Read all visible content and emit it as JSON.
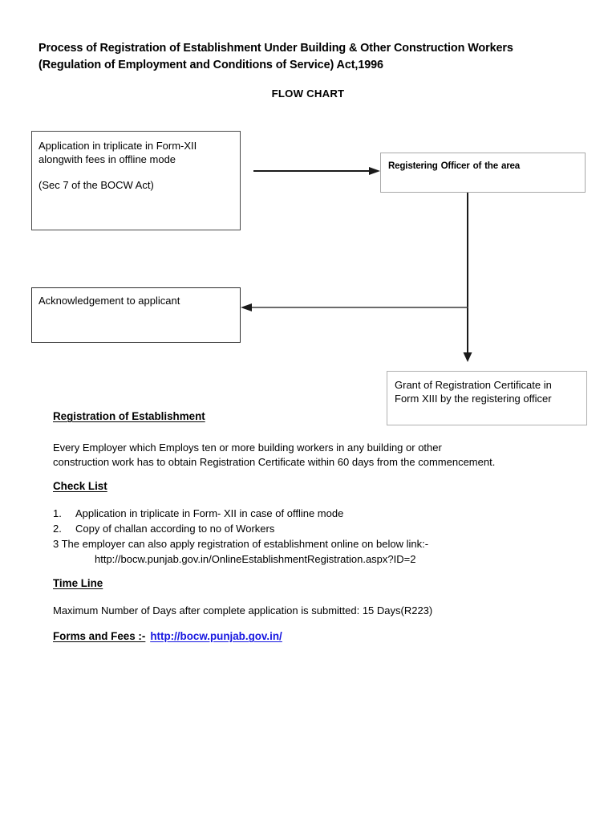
{
  "document": {
    "title": "Process of Registration of Establishment Under Building & Other Construction Workers (Regulation of Employment and Conditions of Service) Act,1996",
    "subtitle": "FLOW CHART"
  },
  "flowchart": {
    "boxes": {
      "application": {
        "line1": "Application in triplicate in Form-XII",
        "line2": "alongwith fees in offline mode",
        "line3": "(Sec 7 of the BOCW Act)"
      },
      "registering_officer": {
        "line1": "Registering Officer of the area"
      },
      "acknowledgement": {
        "line1": "Acknowledgement to applicant"
      },
      "grant": {
        "line1": "Grant of Registration Certificate in",
        "line2": "Form XIII by the registering officer"
      }
    },
    "connectors": {
      "app_to_officer": "arrow-right",
      "officer_trunk": "line-vertical",
      "trunk_to_grant": "arrow-down",
      "officer_to_ack": "arrow-left"
    },
    "colors": {
      "line": "#1a1a1a",
      "box_border_dark": "#4a4a4a",
      "box_border_light": "#a8a8a8"
    }
  },
  "sections": {
    "registration": {
      "heading": "Registration of Establishment",
      "paragraph_line1": "Every Employer which Employs ten or more building workers in any building or other",
      "paragraph_line2": "construction work has to obtain Registration Certificate within 60 days from the commencement."
    },
    "checklist": {
      "heading": "Check List",
      "items": [
        {
          "number": "1.",
          "text": "Application in triplicate in Form- XII in case of offline mode"
        },
        {
          "number": "2.",
          "text": "Copy of challan according to no of Workers"
        }
      ],
      "item3_text": "3 The employer can also apply registration of establishment online on below link:-",
      "item3_url": "http://bocw.punjab.gov.in/OnlineEstablishmentRegistration.aspx?ID=2"
    },
    "timeline": {
      "heading": "Time Line",
      "paragraph": "Maximum Number of Days after complete application is submitted: 15 Days(R223)"
    },
    "forms_and_fees": {
      "label": "Forms and Fees :-",
      "link_text": "http://bocw.punjab.gov.in/",
      "link_color": "#1616e0"
    }
  }
}
